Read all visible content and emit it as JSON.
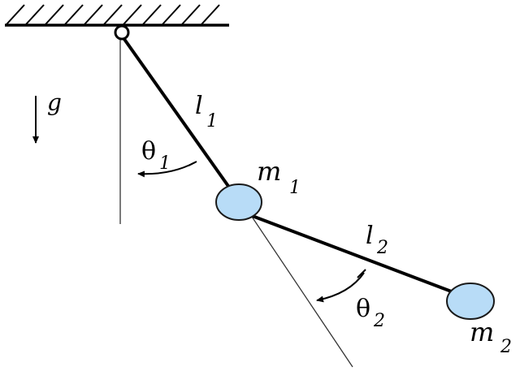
{
  "labels": {
    "gravity": "g",
    "length1": "l",
    "length1_sub": "1",
    "length2": "l",
    "length2_sub": "2",
    "theta1": "θ",
    "theta1_sub": "1",
    "theta2": "θ",
    "theta2_sub": "2",
    "mass1": "m",
    "mass1_sub": "1",
    "mass2": "m",
    "mass2_sub": "2"
  },
  "colors": {
    "mass_fill": "#b8dcf7",
    "mass_stroke": "#1a1a1a",
    "line": "#000000",
    "reference_line": "#333333"
  }
}
